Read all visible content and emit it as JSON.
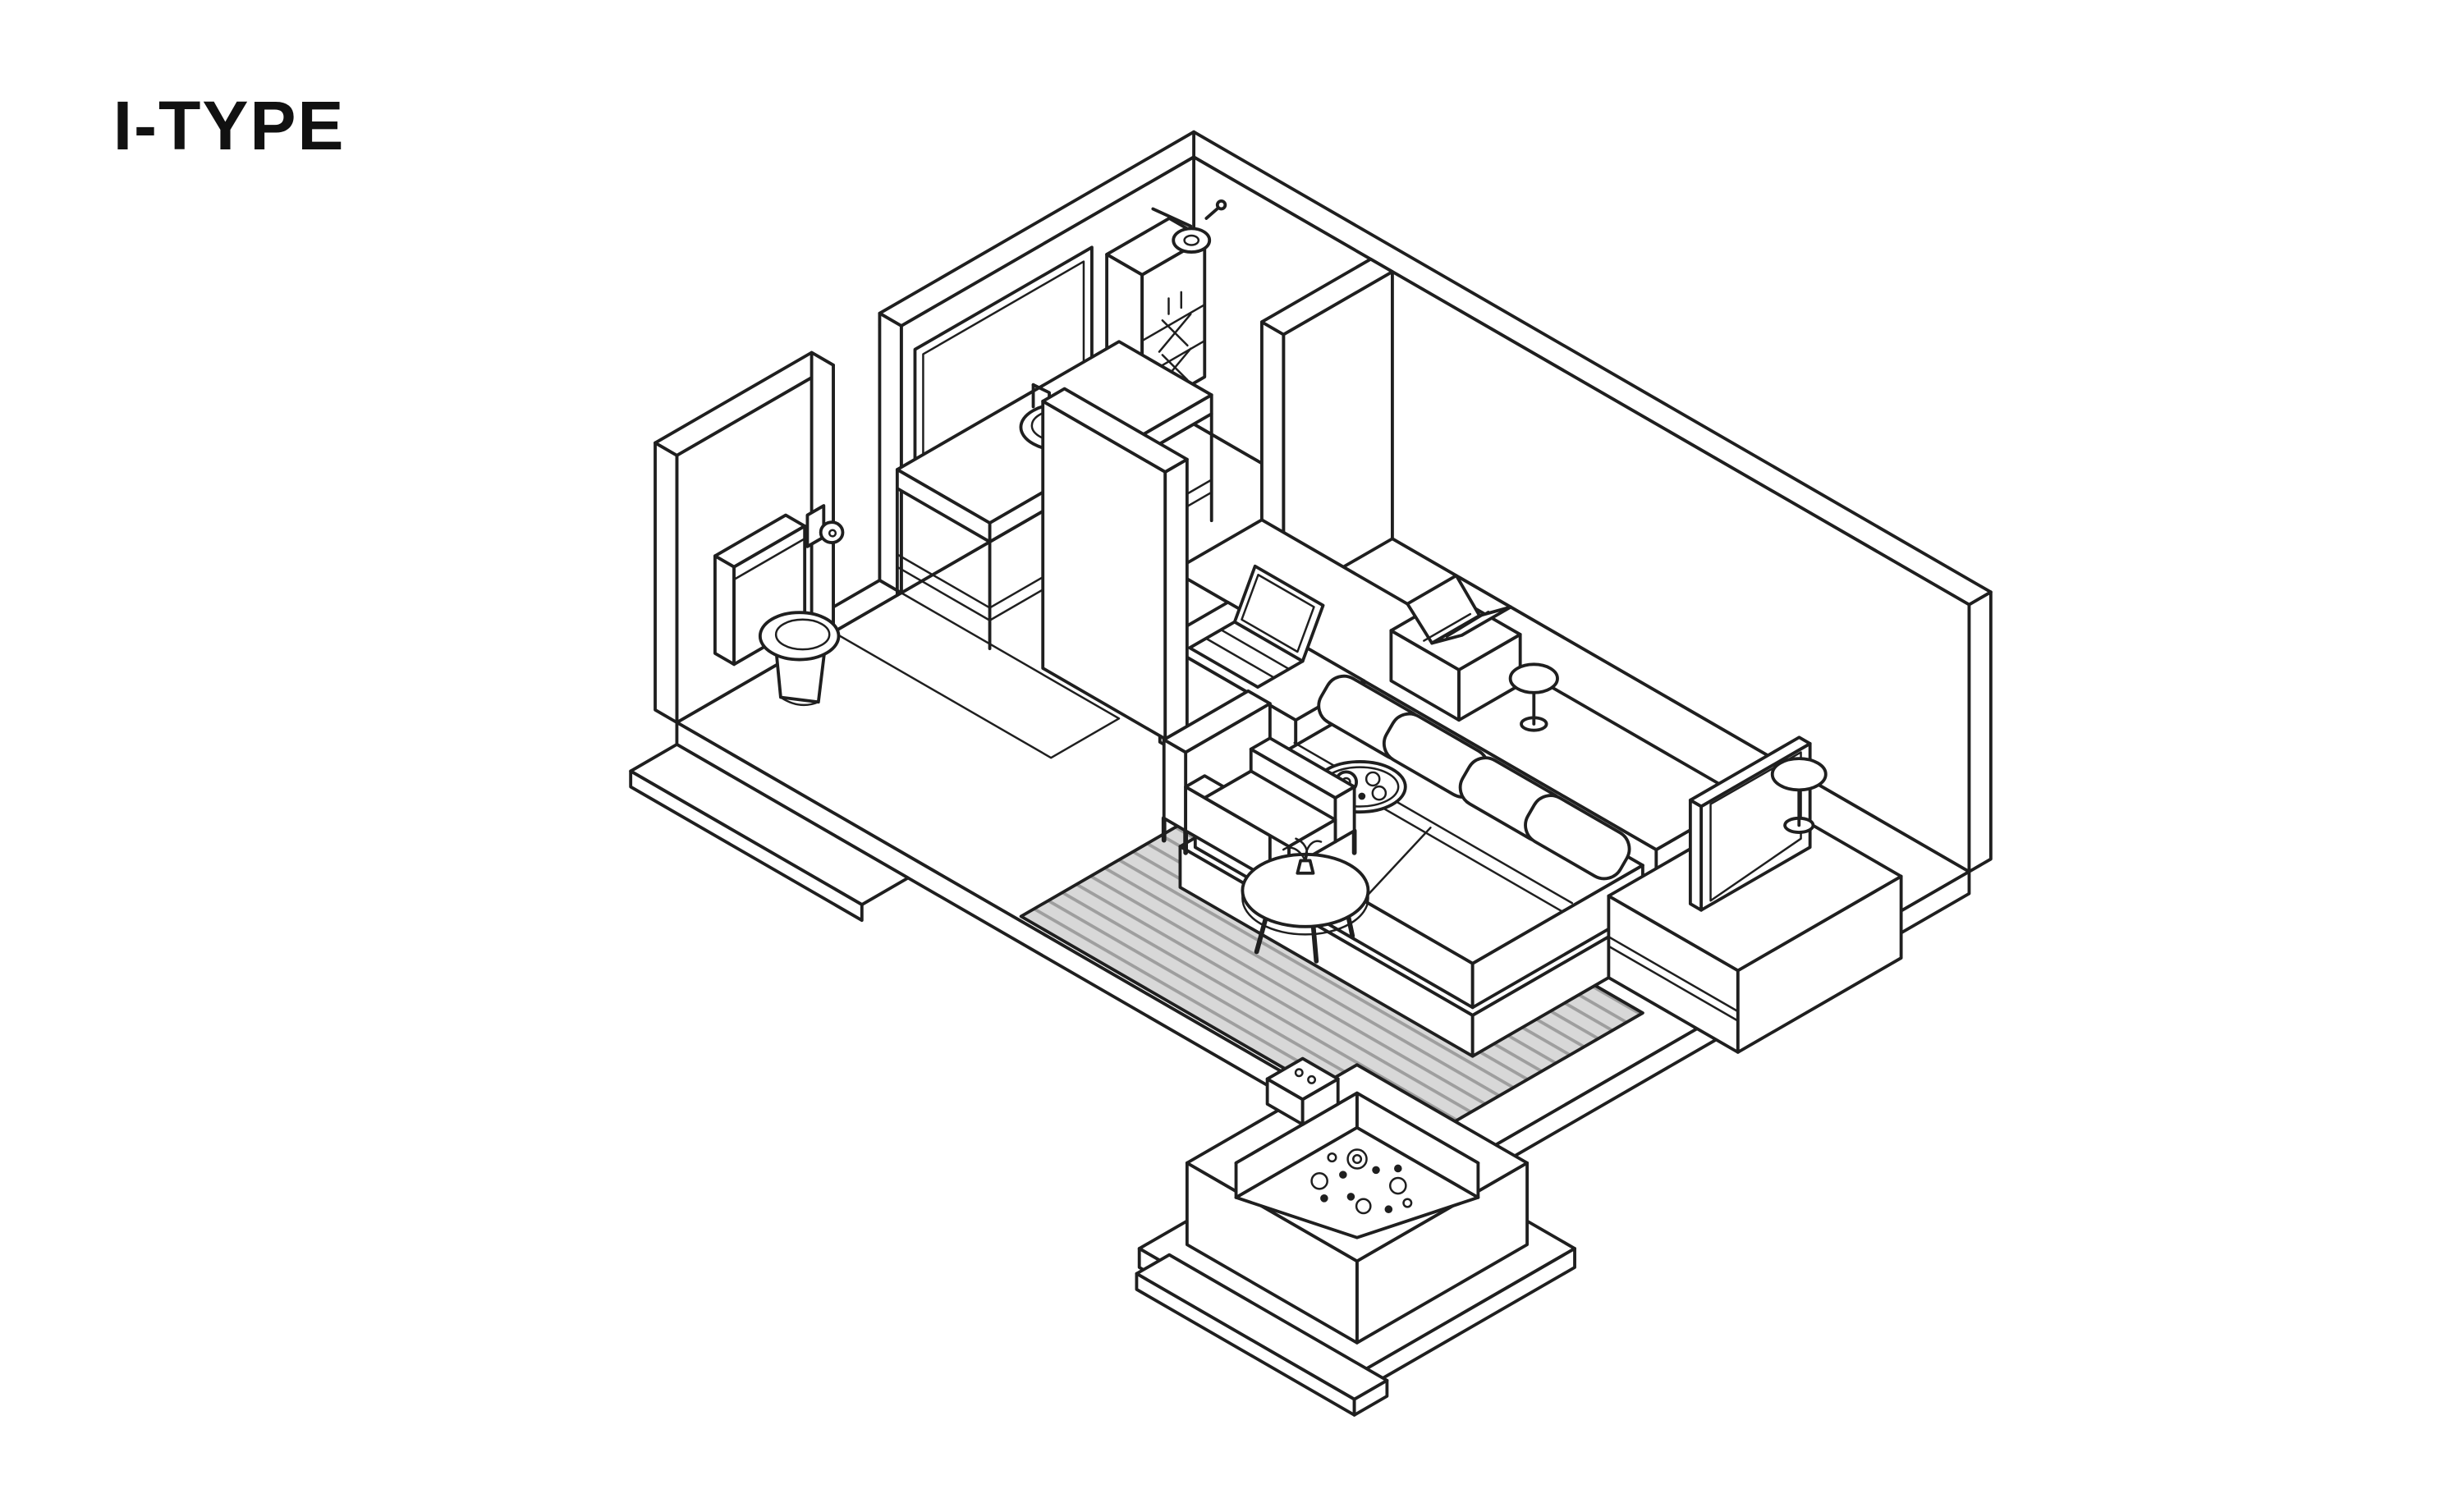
{
  "page": {
    "title": "I-TYPE"
  },
  "colors": {
    "ink": "#1f1f1f",
    "paper": "#ffffff",
    "rug_fill": "#d8d8d8",
    "rug_stripe": "#9e9e9e",
    "title": "#111111"
  },
  "illustration": {
    "type": "isometric-room-floor-plan",
    "rooms": [
      "bathroom",
      "bedroom",
      "tub-deck"
    ],
    "fixtures": [
      "shower-head",
      "shower-shelf",
      "mirror",
      "vanity-counter",
      "sink",
      "faucet",
      "toilet",
      "toilet-paper-holder",
      "partition-wall",
      "headboard-console",
      "desk",
      "laptop",
      "open-book",
      "table-lamp-left",
      "table-lamp-right",
      "double-bed",
      "pillows",
      "serving-tray",
      "area-rug",
      "armchair",
      "coffee-table",
      "plant",
      "tv-console",
      "television",
      "soaking-tub",
      "tub-water",
      "tub-controller",
      "entry-step",
      "tub-step"
    ]
  }
}
